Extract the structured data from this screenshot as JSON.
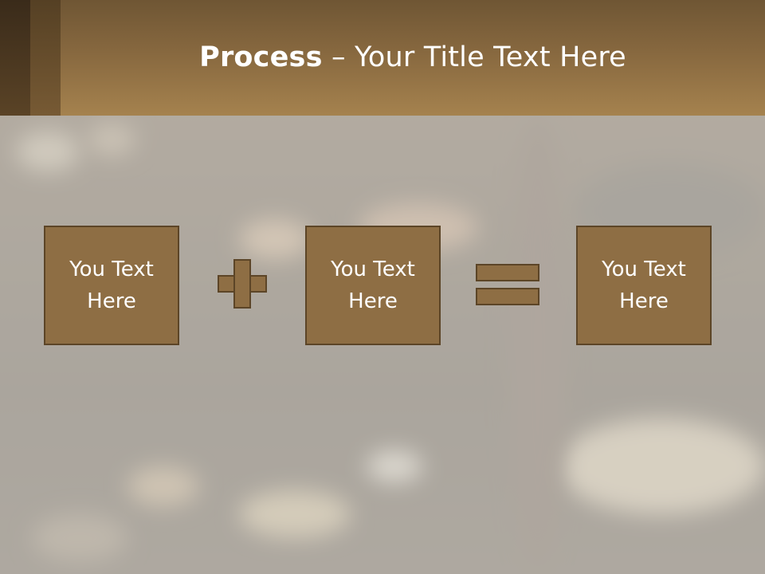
{
  "title": {
    "bold": "Process",
    "rest": " – Your Title Text Here"
  },
  "boxes": [
    {
      "line1": "You Text",
      "line2": "Here"
    },
    {
      "line1": "You Text",
      "line2": "Here"
    },
    {
      "line1": "You Text",
      "line2": "Here"
    }
  ],
  "operators": [
    "plus",
    "equals"
  ],
  "colors": {
    "header": "#87683f",
    "box_fill": "#8e6e44",
    "box_border": "#5c4527",
    "overlay": "#d7d3cb"
  }
}
